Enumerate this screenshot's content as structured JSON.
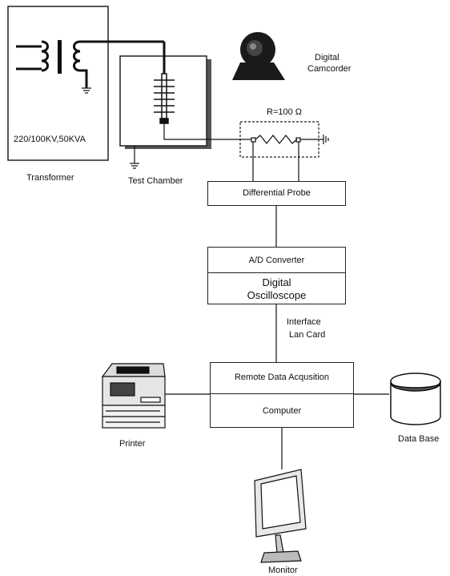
{
  "transformer": {
    "rating": "220/100KV,50KVA",
    "label": "Transformer"
  },
  "test_chamber": {
    "label": "Test Chamber"
  },
  "camcorder": {
    "label_line1": "Digital",
    "label_line2": "Camcorder"
  },
  "resistor": {
    "label": "R=100 Ω"
  },
  "differential_probe": {
    "label": "Differential Probe"
  },
  "oscilloscope": {
    "converter_label": "A/D Converter",
    "label_line1": "Digital",
    "label_line2": "Oscilloscope"
  },
  "interface": {
    "label_line1": "Interface",
    "label_line2": "Lan Card"
  },
  "computer": {
    "top_label": "Remote Data Acqusition",
    "bottom_label": "Computer"
  },
  "printer": {
    "label": "Printer"
  },
  "database": {
    "label": "Data Base"
  },
  "monitor": {
    "label": "Monitor"
  },
  "colors": {
    "line": "#222222",
    "background": "#ffffff"
  }
}
